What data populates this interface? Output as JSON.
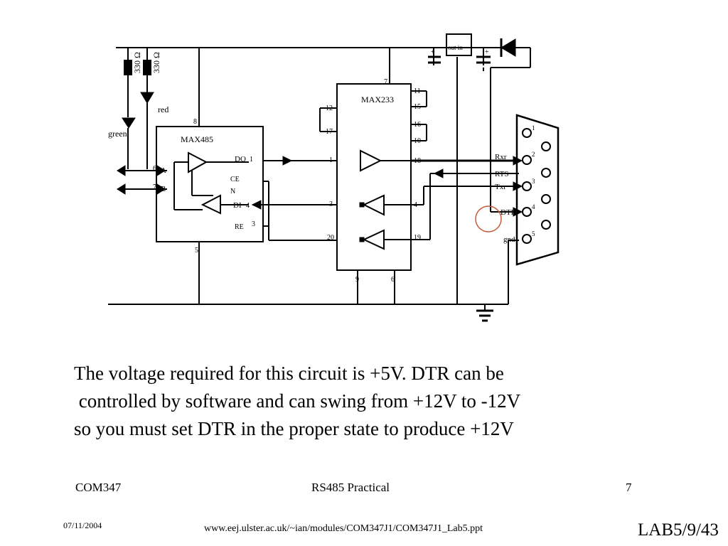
{
  "diagram": {
    "resistor_1": "330 Ω",
    "resistor_2": "330 Ω",
    "led_red": "red",
    "led_green": "green",
    "max485": {
      "name": "MAX485",
      "pin_8": "8",
      "pin_6": "6",
      "pin_7": "7",
      "pin_5": "5",
      "pin_A": "A",
      "pin_B": "B",
      "pin_DO": "DO",
      "pin_DO_num": "1",
      "pin_CE": "CE",
      "pin_N": "N",
      "pin_DI": "DI",
      "pin_DI_num": "4",
      "pin_RE": "RE",
      "pin_RE_num": "3"
    },
    "max233": {
      "name": "MAX233",
      "pin_7": "7",
      "pin_11": "11",
      "pin_15": "15",
      "pin_16": "16",
      "pin_10": "10",
      "pin_12": "12",
      "pin_17": "17",
      "pin_1": "1",
      "pin_18": "18",
      "pin_3": "3",
      "pin_4": "4",
      "pin_20": "20",
      "pin_19": "19",
      "pin_9": "9",
      "pin_6": "6"
    },
    "regulator": "out in",
    "regulator_plus_left": "+",
    "regulator_plus_right": "+",
    "db9": {
      "rxr": "Rxr",
      "rts": "RTS",
      "txr": "Txr",
      "dtr": "DTR",
      "gnd": "gnd",
      "n1": "1",
      "n2": "2",
      "n3": "3",
      "n4": "4",
      "n5": "5"
    }
  },
  "caption": {
    "line1": "The voltage required for this circuit is +5V. DTR can be",
    "line2": " controlled by software and can swing from +12V to -12V",
    "line3": "so you must set DTR in the proper state to produce +12V"
  },
  "footer": {
    "course": "COM347",
    "title": "RS485 Practical",
    "page": "7",
    "date": "07/11/2004",
    "url": "www.eej.ulster.ac.uk/~ian/modules/COM347J1/COM347J1_Lab5.ppt",
    "slide": "LAB5/9/43"
  },
  "colors": {
    "highlight_circle": "#c8583a"
  }
}
